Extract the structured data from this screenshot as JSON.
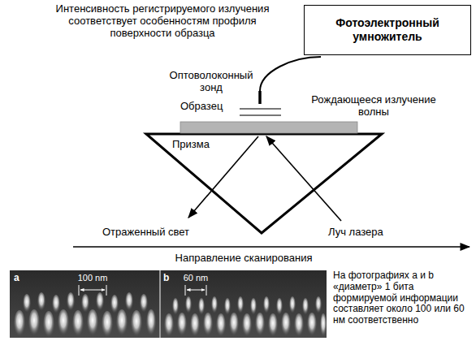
{
  "diagram": {
    "nodes": [
      {
        "text": [
          "Фотоэлектронный умножитель"
        ]
      }
    ],
    "labels": [
      "Интенсивность регистрируемого излучения соответствует особенностям профиля поверхности образца",
      "Оптоволоконный зонд",
      "Образец",
      "Рождающееся излучение волны",
      "Призма",
      "Отраженный свет",
      "Луч лазера",
      "Направление сканирования",
      "a",
      "100 nm",
      "b",
      "60 nm",
      "На фотографиях a и b «диаметр» 1 бита формируемой информации составляет около 100 или 60 нм соответственно"
    ]
  }
}
